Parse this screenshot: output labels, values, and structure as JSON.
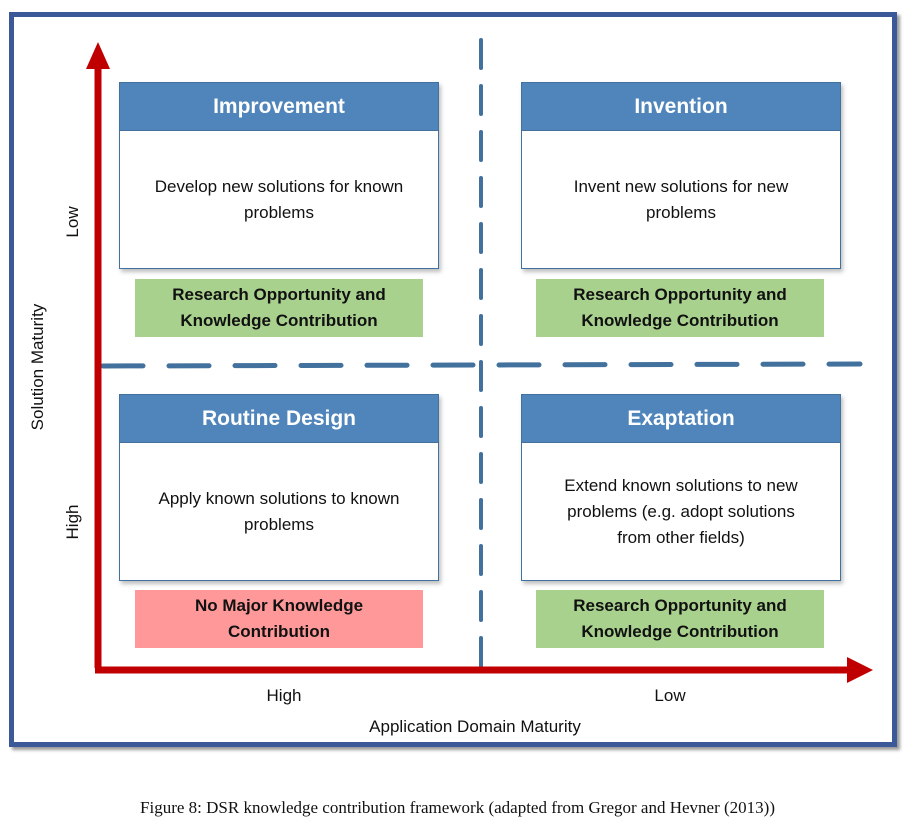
{
  "quadrants": [
    {
      "title": "Improvement",
      "description": "Develop new solutions for known problems",
      "contribution": "Research Opportunity and Knowledge Contribution"
    },
    {
      "title": "Invention",
      "description": "Invent new solutions for new problems",
      "contribution": "Research Opportunity and Knowledge Contribution"
    },
    {
      "title": "Routine Design",
      "description": "Apply known solutions to known problems",
      "contribution": "No Major Knowledge Contribution"
    },
    {
      "title": "Exaptation",
      "description": "Extend known solutions to new problems (e.g. adopt solutions from other fields)",
      "contribution": "Research Opportunity and Knowledge Contribution"
    }
  ],
  "y_axis": {
    "title": "Solution Maturity",
    "low": "Low",
    "high": "High"
  },
  "x_axis": {
    "title": "Application Domain Maturity",
    "high": "High",
    "low": "Low"
  },
  "caption": "Figure 8: DSR knowledge contribution framework (adapted from Gregor and Hevner (2013))",
  "colors": {
    "frame": "#3b5998",
    "axis": "#c00000",
    "header": "#4f85bb",
    "green": "#a9d18e",
    "red": "#ff9999",
    "divider": "#41719c"
  }
}
